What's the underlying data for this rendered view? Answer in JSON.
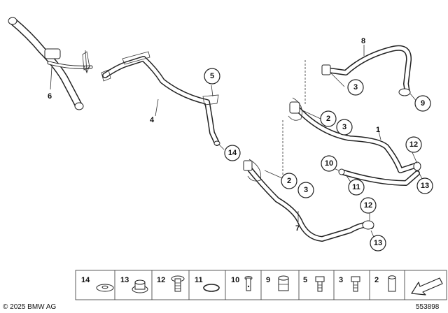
{
  "callouts": {
    "c1": "1",
    "c2a": "2",
    "c2b": "2",
    "c3a": "3",
    "c3b": "3",
    "c3c": "3",
    "c4": "4",
    "c5": "5",
    "c6": "6",
    "c7": "7",
    "c8": "8",
    "c9": "9",
    "c10": "10",
    "c11": "11",
    "c12a": "12",
    "c12b": "12",
    "c13a": "13",
    "c13b": "13",
    "c14": "14"
  },
  "legend": [
    "14",
    "13",
    "12",
    "11",
    "10",
    "9",
    "5",
    "3",
    "2"
  ],
  "footer": {
    "copyright": "© 2025 BMW AG",
    "diagram_number": "553898"
  },
  "icons": {
    "navigation_arrow": "arrow-down-left-icon"
  }
}
